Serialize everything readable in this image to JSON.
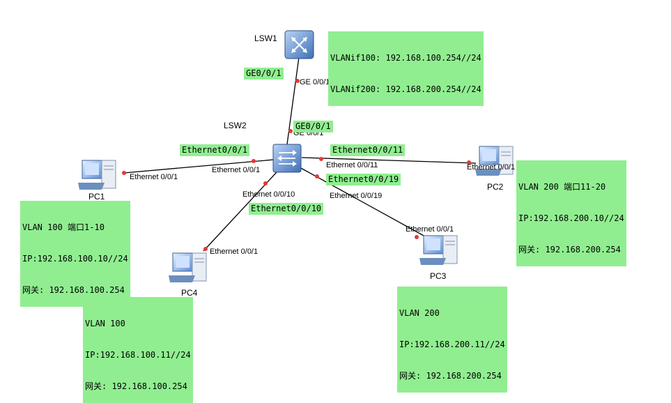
{
  "devices": {
    "lsw1": "LSW1",
    "lsw2": "LSW2",
    "pc1": "PC1",
    "pc2": "PC2",
    "pc3": "PC3",
    "pc4": "PC4"
  },
  "ports": {
    "lsw1_ge": "GE 0/0/1",
    "lsw2_ge": "GE 0/0/1",
    "lsw2_e1": "Ethernet 0/0/1",
    "lsw2_e10": "Ethernet 0/0/10",
    "lsw2_e11": "Ethernet 0/0/11",
    "lsw2_e19": "Ethernet 0/0/19",
    "pc1_e": "Ethernet 0/0/1",
    "pc2_e": "Ethernet 0/0/1",
    "pc3_e": "Ethernet 0/0/1",
    "pc4_e": "Ethernet 0/0/1"
  },
  "tags": {
    "ge_lsw1": "GE0/0/1",
    "ge_lsw2": "GE0/0/1",
    "eth1": "Ethernet0/0/1",
    "eth10": "Ethernet0/0/10",
    "eth11": "Ethernet0/0/11",
    "eth19": "Ethernet0/0/19"
  },
  "notes": {
    "lsw1": [
      "VLANif100: 192.168.100.254//24",
      "VLANif200: 192.168.200.254//24"
    ],
    "pc1": [
      "VLAN 100 端口1-10",
      "IP:192.168.100.10//24",
      "网关: 192.168.100.254"
    ],
    "pc2": [
      "VLAN 200 端口11-20",
      "IP:192.168.200.10//24",
      "网关: 192.168.200.254"
    ],
    "pc3": [
      "VLAN 200",
      "IP:192.168.200.11//24",
      "网关: 192.168.200.254"
    ],
    "pc4": [
      "VLAN 100",
      "IP:192.168.100.11//24",
      "网关: 192.168.100.254"
    ]
  },
  "colors": {
    "note_bg": "#90ee90",
    "link_dot": "#e53935",
    "switch_blue": "#4a7fc8"
  }
}
